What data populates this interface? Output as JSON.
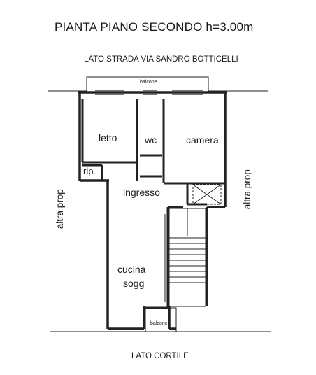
{
  "title": "PIANTA PIANO SECONDO h=3.00m",
  "street_side": "LATO STRADA VIA SANDRO BOTTICELLI",
  "courtyard_side": "LATO CORTILE",
  "neighbors": {
    "left": "altra prop",
    "right": "altra prop"
  },
  "balconies": {
    "top": "balcone",
    "bottom": "balcone"
  },
  "rooms": {
    "letto": "letto",
    "wc": "wc",
    "camera": "camera",
    "rip": "rip.",
    "ingresso": "ingresso",
    "cucina_line1": "cucina",
    "cucina_line2": "sogg"
  }
}
